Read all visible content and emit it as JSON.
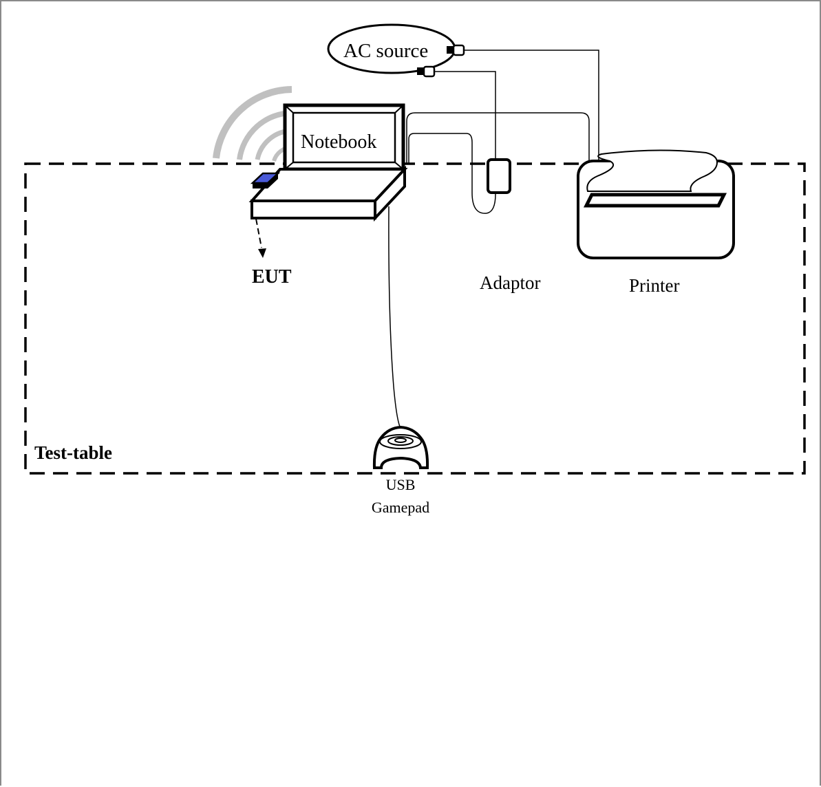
{
  "labels": {
    "ac_source": "AC source",
    "notebook": "Notebook",
    "eut": "EUT",
    "adaptor": "Adaptor",
    "printer": "Printer",
    "test_table": "Test-table",
    "usb_line1": "USB",
    "usb_line2": "Gamepad"
  },
  "colors": {
    "line": "#000000",
    "wireless_arcs": "#c0c0c0",
    "eut_dongle": "#4a5ad8",
    "frame_border": "#8a8a8a"
  }
}
